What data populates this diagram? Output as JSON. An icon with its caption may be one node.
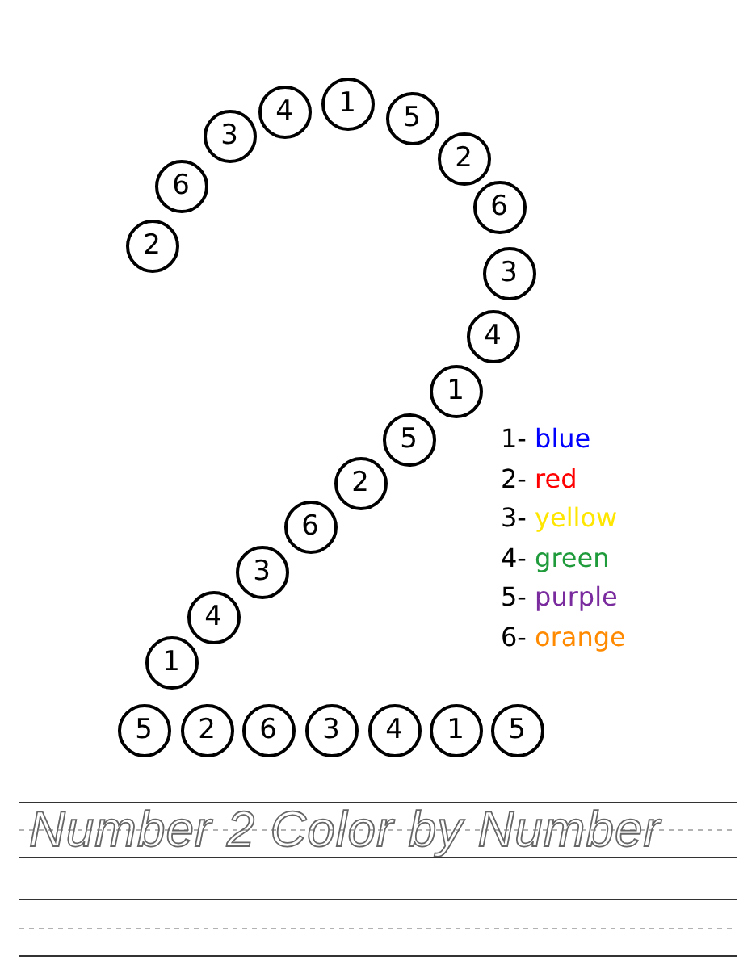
{
  "diagram": {
    "title": "Number 2 Color by Number",
    "nodes": [
      {
        "text": [
          "2"
        ]
      },
      {
        "text": [
          "6"
        ]
      },
      {
        "text": [
          "3"
        ]
      },
      {
        "text": [
          "4"
        ]
      },
      {
        "text": [
          "1"
        ]
      },
      {
        "text": [
          "5"
        ]
      },
      {
        "text": [
          "2"
        ]
      },
      {
        "text": [
          "6"
        ]
      },
      {
        "text": [
          "3"
        ]
      },
      {
        "text": [
          "4"
        ]
      },
      {
        "text": [
          "1"
        ]
      },
      {
        "text": [
          "5"
        ]
      },
      {
        "text": [
          "2"
        ]
      },
      {
        "text": [
          "6"
        ]
      },
      {
        "text": [
          "3"
        ]
      },
      {
        "text": [
          "4"
        ]
      },
      {
        "text": [
          "1"
        ]
      },
      {
        "text": [
          "5"
        ]
      },
      {
        "text": [
          "2"
        ]
      },
      {
        "text": [
          "6"
        ]
      },
      {
        "text": [
          "3"
        ]
      },
      {
        "text": [
          "4"
        ]
      },
      {
        "text": [
          "1"
        ]
      },
      {
        "text": [
          "5"
        ]
      }
    ],
    "legend": [
      {
        "text": "1- blue",
        "color": "#0000ff"
      },
      {
        "text": "2- red",
        "color": "#ff0000"
      },
      {
        "text": "3- yellow",
        "color": "#ffe600"
      },
      {
        "text": "4- green",
        "color": "#1f9b3c"
      },
      {
        "text": "5- purple",
        "color": "#7a2c9e"
      },
      {
        "text": "6- orange",
        "color": "#ff8a00"
      }
    ]
  }
}
